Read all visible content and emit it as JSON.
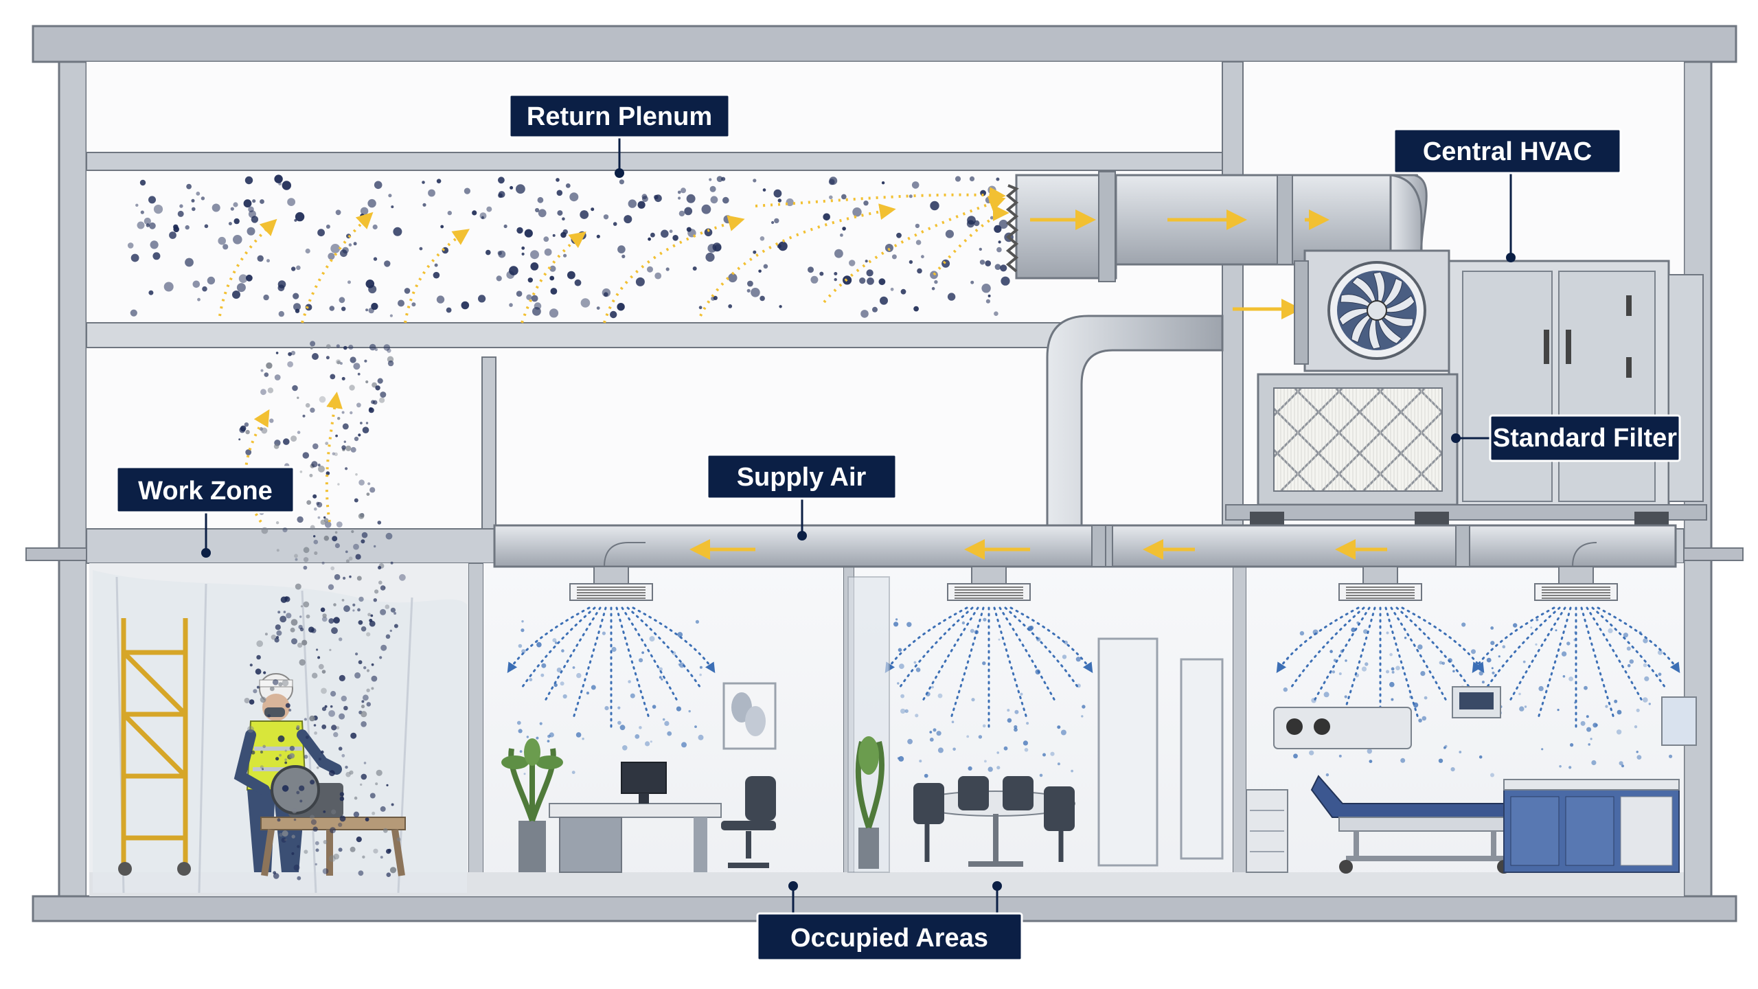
{
  "labels": {
    "return_plenum": "Return Plenum",
    "central_hvac": "Central HVAC",
    "standard_filter": "Standard Filter",
    "supply_air": "Supply Air",
    "work_zone": "Work Zone",
    "occupied_areas": "Occupied Areas"
  },
  "icons": {
    "fan": "fan-icon",
    "filter": "filter-icon",
    "worker": "worker-icon",
    "diffuser": "ceiling-diffuser-icon",
    "hospital_bed": "hospital-bed-icon",
    "office_chair": "office-chair-icon",
    "plant": "plant-icon"
  },
  "colors": {
    "label_bg": "#0b1f45",
    "label_text": "#ffffff",
    "airflow_arrow": "#f2c032",
    "particle_dark": "#1d2a55",
    "supply_particle": "#3c6fb5",
    "frame": "#9aa2ad",
    "duct": "#c7ccd3",
    "safety_vest": "#d8e63a"
  }
}
